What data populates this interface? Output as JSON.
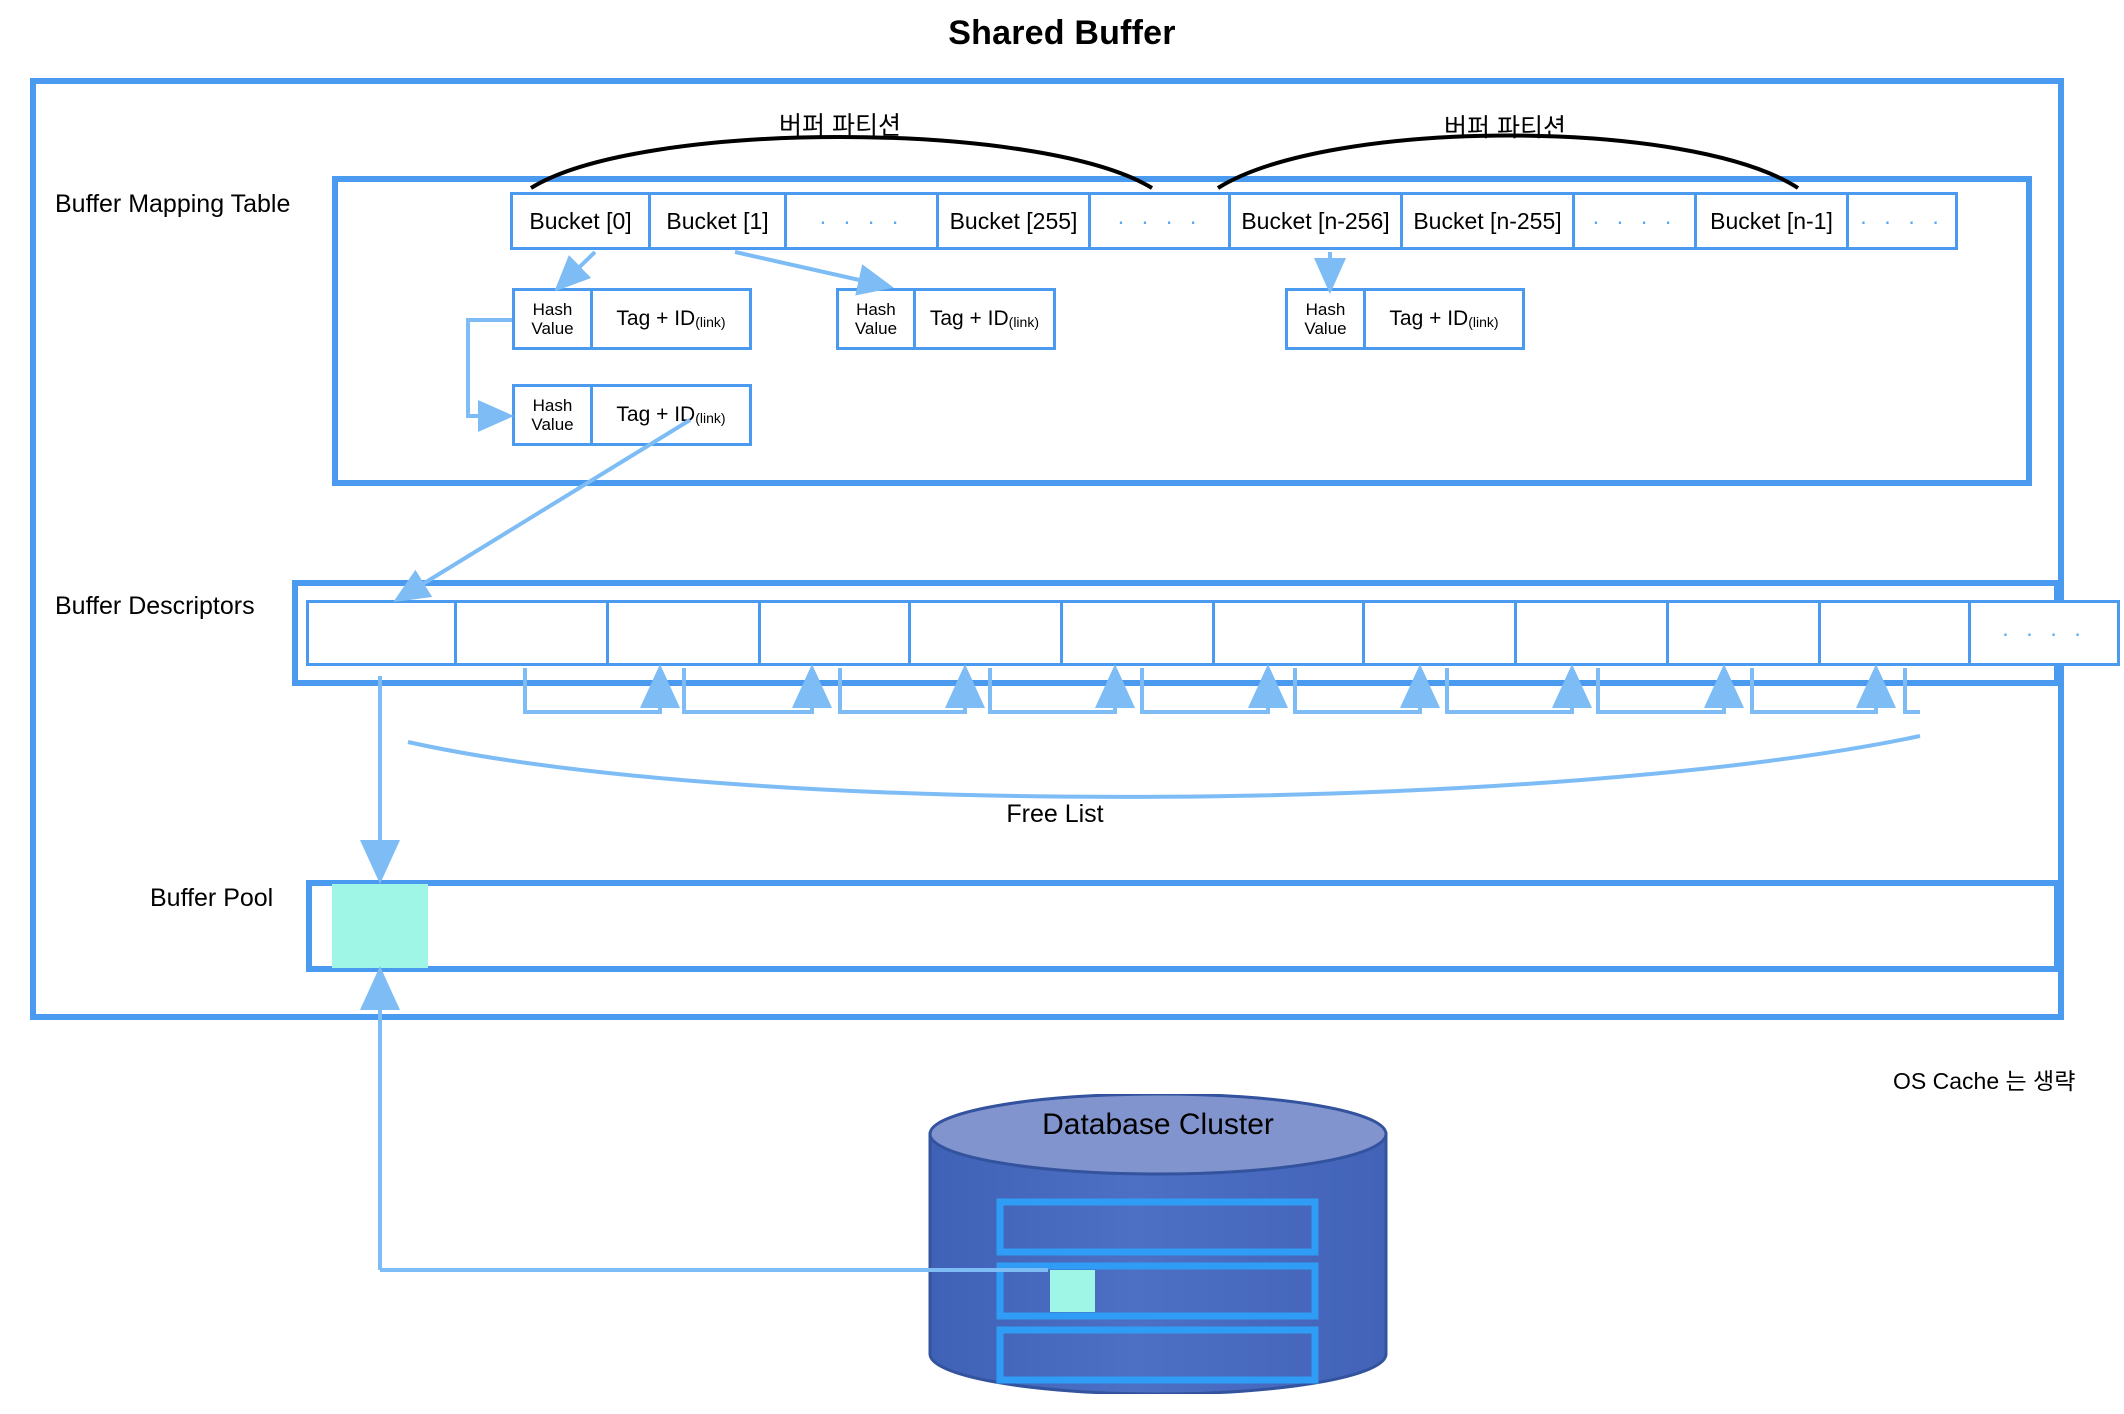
{
  "title": "Shared Buffer",
  "colors": {
    "accent_blue": "#4a9bf0",
    "light_blue": "#7dbcf5",
    "teal_block": "#9ff5e6",
    "cylinder_body": "#4a6dbf",
    "cylinder_top": "#8294ce",
    "black": "#000000"
  },
  "labels": {
    "buffer_mapping_table": "Buffer Mapping Table",
    "buffer_descriptors": "Buffer Descriptors",
    "buffer_pool": "Buffer Pool",
    "free_list": "Free List",
    "os_cache_note": "OS Cache 는 생략",
    "partition_left": "버퍼 파티션",
    "partition_right": "버퍼 파티션"
  },
  "buckets": [
    {
      "label": "Bucket [0]",
      "type": "bucket",
      "width": 138
    },
    {
      "label": "Bucket [1]",
      "type": "bucket",
      "width": 136
    },
    {
      "label": "· · · ·",
      "type": "dots",
      "width": 152
    },
    {
      "label": "Bucket [255]",
      "type": "bucket",
      "width": 152
    },
    {
      "label": "· · · ·",
      "type": "dots",
      "width": 140
    },
    {
      "label": "Bucket [n-256]",
      "type": "bucket",
      "width": 172
    },
    {
      "label": "Bucket [n-255]",
      "type": "bucket",
      "width": 172
    },
    {
      "label": "· · · ·",
      "type": "dots",
      "width": 122
    },
    {
      "label": "Bucket [n-1]",
      "type": "bucket",
      "width": 152
    },
    {
      "label": "· · · ·",
      "type": "dots",
      "width": 112
    }
  ],
  "hash_entries": [
    {
      "hash_label": "Hash Value",
      "tag_label": "Tag + ID",
      "tag_sub": "(link)"
    },
    {
      "hash_label": "Hash Value",
      "tag_label": "Tag + ID",
      "tag_sub": "(link)"
    },
    {
      "hash_label": "Hash Value",
      "tag_label": "Tag + ID",
      "tag_sub": "(link)"
    },
    {
      "hash_label": "Hash Value",
      "tag_label": "Tag + ID",
      "tag_sub": "(link)"
    }
  ],
  "descriptors": [
    {
      "label": "",
      "width": 148
    },
    {
      "label": "",
      "width": 152
    },
    {
      "label": "",
      "width": 152
    },
    {
      "label": "",
      "width": 150
    },
    {
      "label": "",
      "width": 152
    },
    {
      "label": "",
      "width": 152
    },
    {
      "label": "",
      "width": 150
    },
    {
      "label": "",
      "width": 152
    },
    {
      "label": "",
      "width": 152
    },
    {
      "label": "",
      "width": 152
    },
    {
      "label": "",
      "width": 150
    },
    {
      "label": "· · · ·",
      "width": 152
    }
  ],
  "database": {
    "title": "Database Cluster",
    "stripes": 3,
    "highlighted_stripe_index": 1
  }
}
